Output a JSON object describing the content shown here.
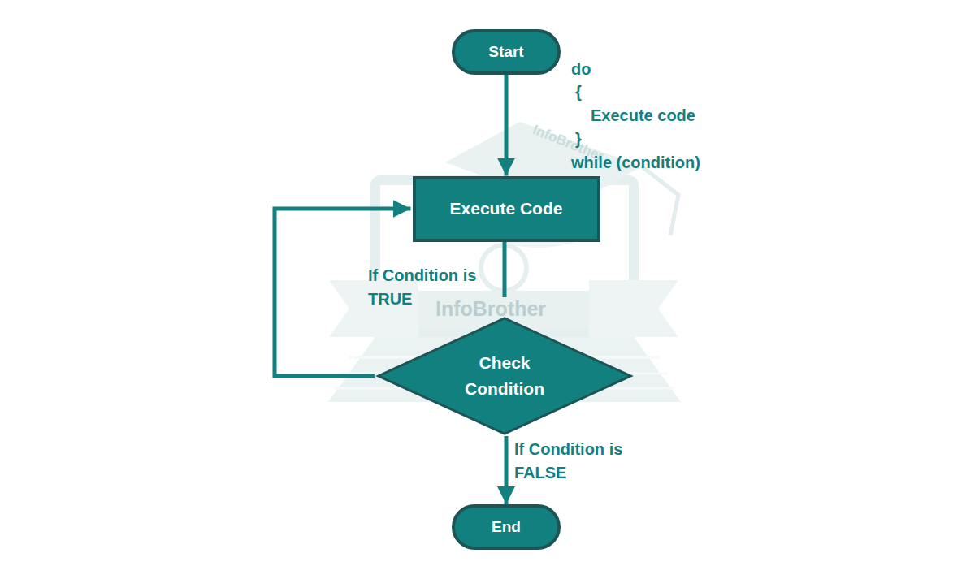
{
  "diagram": {
    "nodes": [
      {
        "text": [
          "Start"
        ]
      },
      {
        "text": [
          "Execute Code"
        ]
      },
      {
        "text": [
          "Check Condition"
        ]
      },
      {
        "text": [
          "End"
        ]
      }
    ],
    "edges": [
      {
        "from": 0,
        "to": 1,
        "arrow": "to"
      },
      {
        "from": 1,
        "to": 2,
        "arrow": "to",
        "label": "If Condition is TRUE"
      },
      {
        "from": 2,
        "to": 3,
        "arrow": "to",
        "label": "If Condition is FALSE"
      },
      {
        "from": 2,
        "to": 1,
        "arrow": "to"
      }
    ],
    "labels": [
      "do",
      "{",
      "Execute code",
      "}",
      "while (condition)",
      "InfoBrother",
      "InfoBrother"
    ]
  }
}
